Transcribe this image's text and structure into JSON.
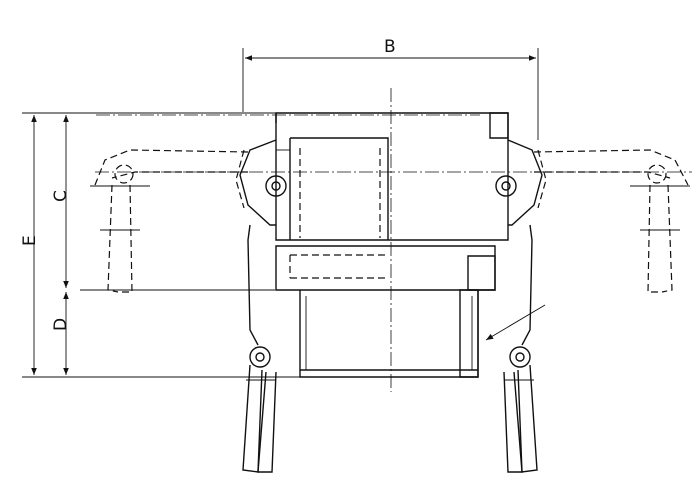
{
  "diagram": {
    "labels": {
      "B": "B",
      "C": "C",
      "D": "D",
      "E": "E"
    }
  }
}
